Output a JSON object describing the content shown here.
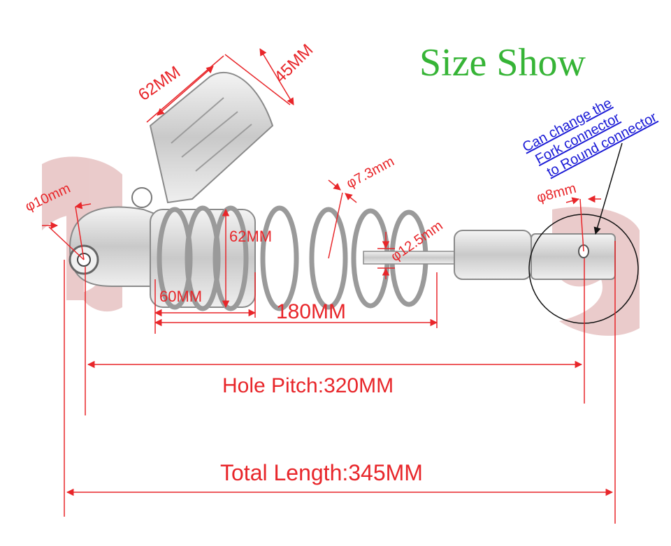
{
  "title": "Size Show",
  "note_lines": [
    "Can change the",
    "Fork connector",
    "to Round connector"
  ],
  "dimensions": {
    "reservoir_length": "62MM",
    "reservoir_width": "45MM",
    "eye_hole": "φ10mm",
    "rod": "φ7.3mm",
    "spring_wire": "φ12.5mm",
    "fork_hole": "φ8mm",
    "spring_inner": "62MM",
    "spring_mount": "60MM",
    "spring_length": "180MM",
    "hole_pitch": "Hole Pitch:320MM",
    "total_length": "Total Length:345MM"
  },
  "colors": {
    "dimension": "#e8262a",
    "title": "#36b436",
    "note": "#1a1ad6",
    "part_outline": "#8a8a8a",
    "watermark": "#d9a0a0"
  }
}
